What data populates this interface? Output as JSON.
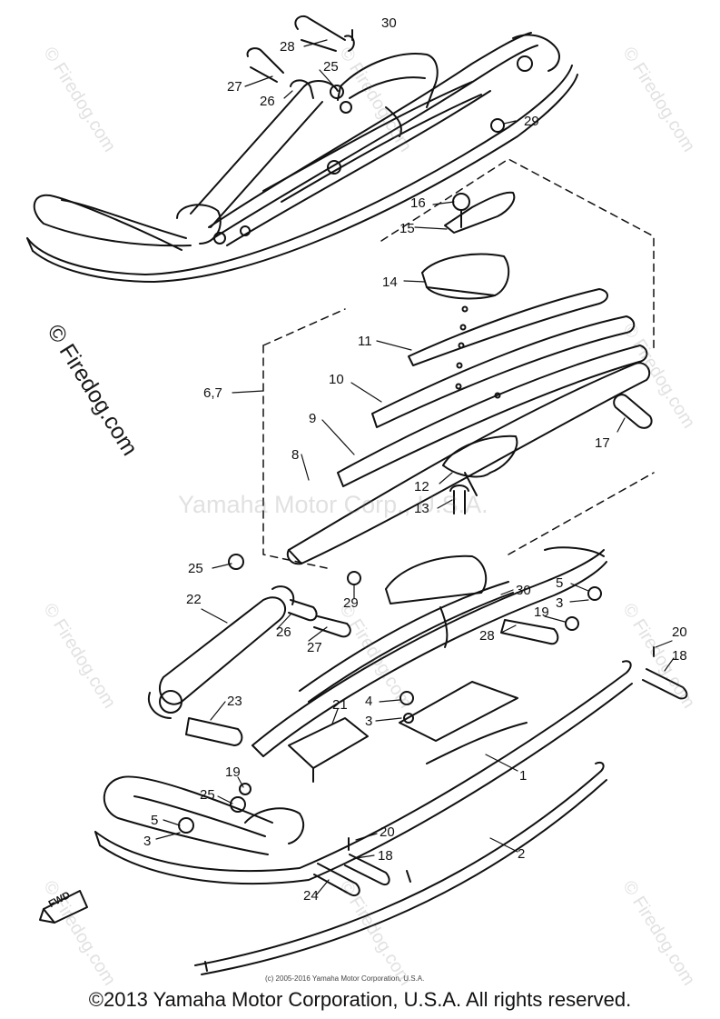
{
  "diagram": {
    "callouts": [
      "30",
      "28",
      "27",
      "26",
      "25",
      "29",
      "16",
      "15",
      "14",
      "11",
      "6,7",
      "10",
      "9",
      "17",
      "8",
      "12",
      "13",
      "25",
      "22",
      "29",
      "26",
      "27",
      "30",
      "5",
      "3",
      "19",
      "28",
      "20",
      "18",
      "23",
      "4",
      "3",
      "21",
      "1",
      "19",
      "25",
      "5",
      "3",
      "20",
      "18",
      "2",
      "24"
    ],
    "fwd_label": "FWD"
  },
  "watermarks": {
    "center": "Yamaha Motor Corp., U.S.A.",
    "left": "© Firedog.com",
    "repeat": "© Firedog.com"
  },
  "copyright_small": "(c) 2005-2016 Yamaha Motor Corporation, U.S.A.",
  "footer": "©2013 Yamaha Motor Corporation, U.S.A. All rights reserved."
}
